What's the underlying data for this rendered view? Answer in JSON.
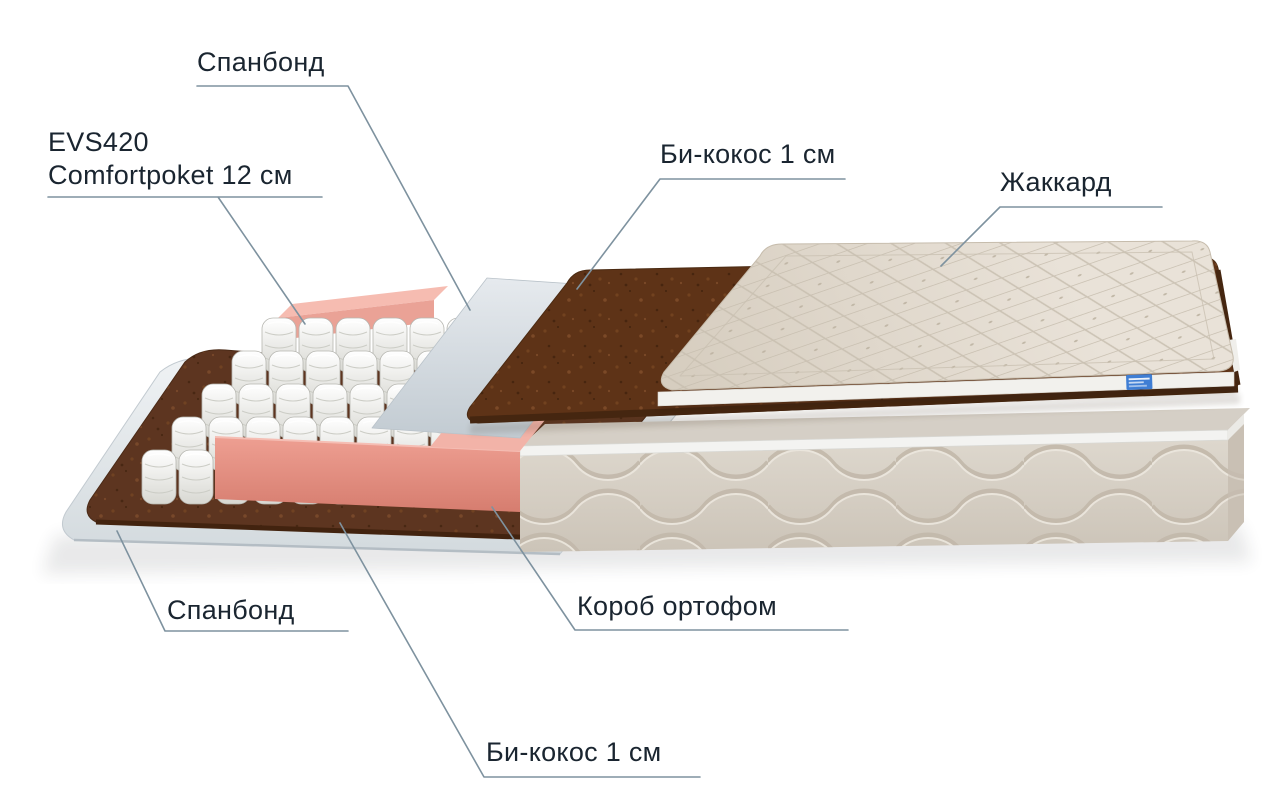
{
  "diagram": {
    "type": "mattress-exploded-layers",
    "labels": {
      "spunbond_top": "Спанбонд",
      "springs_line1": "EVS420",
      "springs_line2": "Comfortpoket 12 см",
      "bicocos_top": "Би-кокос 1 см",
      "jacquard": "Жаккард",
      "spunbond_bottom": "Спанбонд",
      "korob": "Короб ортофом",
      "bicocos_bottom": "Би-кокос 1 см"
    },
    "layers_top_down": [
      "Жаккард",
      "Би-кокос 1 см",
      "Спанбонд",
      "EVS420 Comfortpoket 12 см",
      "Короб ортофом",
      "Би-кокос 1 см",
      "Спанбонд"
    ],
    "colors": {
      "background": "#ffffff",
      "text": "#1a2530",
      "connector_line": "#7e929f",
      "jacquard_fabric": "#ddd5c9",
      "coconut_brown": "#5e3317",
      "foam_pink": "#e59c8f",
      "spunbond_gray": "#dfe3e7",
      "spring_white": "#f6f6f4",
      "body_beige": "#d8d1c7",
      "tag_blue": "#3f7ed4"
    }
  }
}
